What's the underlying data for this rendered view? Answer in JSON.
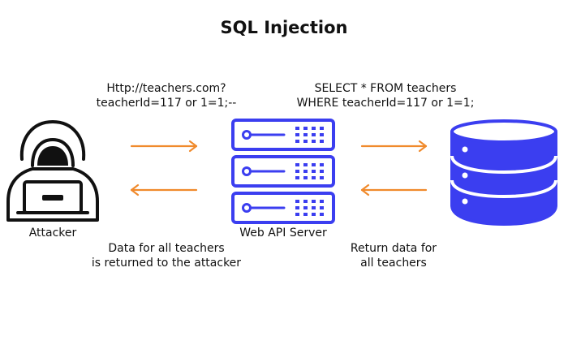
{
  "title": "SQL Injection",
  "request_url": {
    "line1": "Http://teachers.com?",
    "line2": "teacherId=117 or 1=1;--"
  },
  "sql_query": {
    "line1": "SELECT * FROM teachers",
    "line2": "WHERE teacherId=117 or 1=1;"
  },
  "nodes": {
    "attacker": "Attacker",
    "server": "Web API Server"
  },
  "return_to_attacker": {
    "line1": "Data for all teachers",
    "line2": "is returned to the attacker"
  },
  "return_from_db": {
    "line1": "Return data for",
    "line2": "all teachers"
  },
  "colors": {
    "accent": "#3b3ef0",
    "arrow": "#f08a2c",
    "ink": "#111111"
  }
}
